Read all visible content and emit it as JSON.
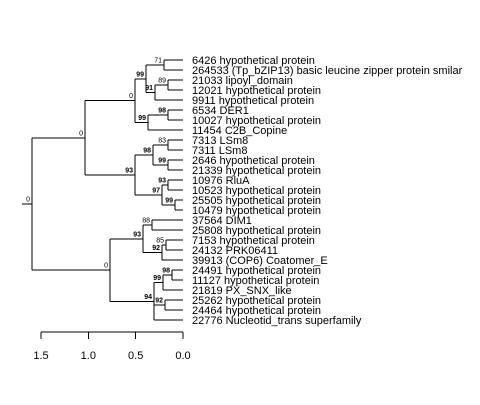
{
  "tree": {
    "name": "root",
    "support": "0",
    "children": [
      {
        "name": "n_upper",
        "support": "0",
        "children": [
          {
            "name": "n_a",
            "support": "0",
            "children": [
              {
                "name": "n_b",
                "support": "99",
                "children": [
                  {
                    "name": "n_c",
                    "support": "71",
                    "children": [
                      {
                        "leaf": "6426 hypothetical protein"
                      },
                      {
                        "leaf": "264533 (Tp_bZIP13) basic leucine zipper protein smilar"
                      }
                    ]
                  },
                  {
                    "name": "n_d",
                    "support": "91",
                    "children": [
                      {
                        "name": "n_e",
                        "support": "89",
                        "children": [
                          {
                            "leaf": "21033 lipoyl_domain"
                          },
                          {
                            "leaf": "12021 hypothetical protein"
                          }
                        ]
                      },
                      {
                        "leaf": "9911 hypothetical protein"
                      }
                    ]
                  }
                ]
              },
              {
                "name": "n_f",
                "support": "99",
                "children": [
                  {
                    "name": "n_g",
                    "support": "98",
                    "children": [
                      {
                        "leaf": "6534 DER1"
                      },
                      {
                        "leaf": "10027 hypothetical protein"
                      }
                    ]
                  },
                  {
                    "leaf": "11454 C2B_Copine"
                  }
                ]
              }
            ]
          },
          {
            "name": "n_h",
            "support": "93",
            "children": [
              {
                "name": "n_i",
                "support": "98",
                "children": [
                  {
                    "name": "n_j",
                    "support": "83",
                    "children": [
                      {
                        "leaf": "7313 LSm8"
                      },
                      {
                        "leaf": "7311 LSm8"
                      }
                    ]
                  },
                  {
                    "name": "n_k",
                    "support": "99",
                    "children": [
                      {
                        "leaf": "2646 hypothetical protein"
                      },
                      {
                        "leaf": "21339 hypothetical protein"
                      }
                    ]
                  }
                ]
              },
              {
                "name": "n_l",
                "support": "97",
                "children": [
                  {
                    "name": "n_m",
                    "support": "93",
                    "children": [
                      {
                        "leaf": "10976 RluA"
                      },
                      {
                        "leaf": "10523 hypothetical protein"
                      }
                    ]
                  },
                  {
                    "name": "n_n",
                    "support": "99",
                    "children": [
                      {
                        "leaf": "25505 hypothetical protein"
                      },
                      {
                        "leaf": "10479 hypothetical protein"
                      }
                    ]
                  }
                ]
              }
            ]
          }
        ]
      },
      {
        "name": "n_lower",
        "support": "0",
        "children": [
          {
            "name": "n_o",
            "support": "93",
            "children": [
              {
                "name": "n_p",
                "support": "88",
                "children": [
                  {
                    "leaf": "37564 DIM1"
                  },
                  {
                    "leaf": "25808 hypothetical protein"
                  }
                ]
              },
              {
                "name": "n_q",
                "support": "92",
                "children": [
                  {
                    "name": "n_r",
                    "support": "85",
                    "children": [
                      {
                        "leaf": "7153 hypothetical protein"
                      },
                      {
                        "leaf": "24132 PRK06411"
                      }
                    ]
                  },
                  {
                    "leaf": "39913 (COP6) Coatomer_E"
                  }
                ]
              }
            ]
          },
          {
            "name": "n_s",
            "support": "94",
            "children": [
              {
                "name": "n_t",
                "support": "99",
                "children": [
                  {
                    "name": "n_u",
                    "support": "98",
                    "children": [
                      {
                        "leaf": "24491 hypothetical protein"
                      },
                      {
                        "leaf": "11127 hypothetical protein"
                      }
                    ]
                  },
                  {
                    "leaf": "21819 PX_SNX_like"
                  }
                ]
              },
              {
                "name": "n_v",
                "support": "92",
                "children": [
                  {
                    "leaf": "25262 hypothetical protein"
                  },
                  {
                    "leaf": "24464 hypothetical protein"
                  }
                ]
              },
              {
                "leaf": "22776 Nucleotid_trans superfamily"
              }
            ]
          }
        ]
      }
    ]
  },
  "axis": {
    "ticks": [
      {
        "value": 1.5,
        "label": "1.5"
      },
      {
        "value": 1.0,
        "label": "1.0"
      },
      {
        "value": 0.5,
        "label": "0.5"
      },
      {
        "value": 0.0,
        "label": "0.0"
      }
    ]
  }
}
